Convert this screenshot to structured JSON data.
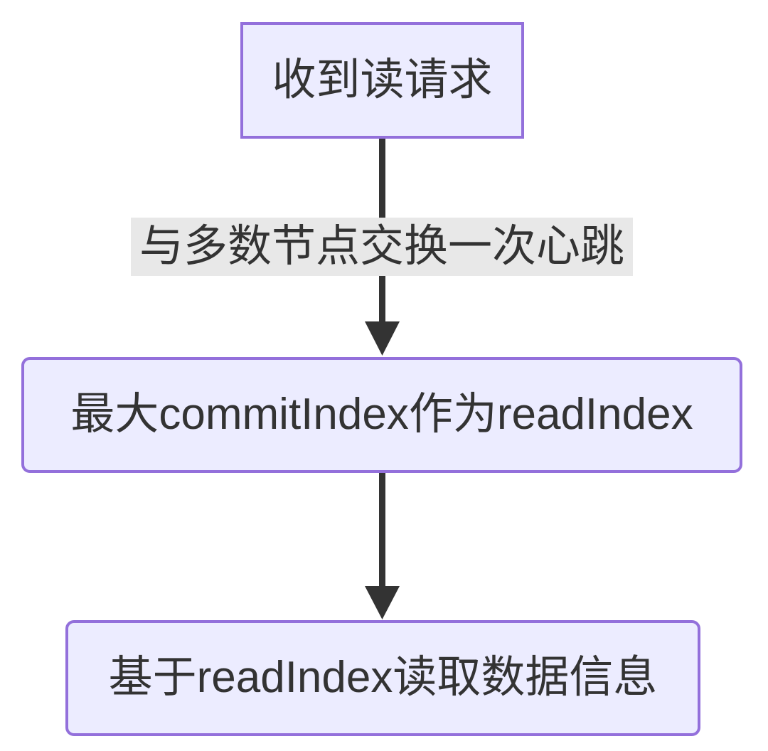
{
  "diagram": {
    "type": "flowchart",
    "direction": "top-down",
    "nodes": [
      {
        "id": "A",
        "label": "收到读请求",
        "shape": "rectangle"
      },
      {
        "id": "B",
        "label": "最大commitIndex作为readIndex",
        "shape": "rounded"
      },
      {
        "id": "C",
        "label": "基于readIndex读取数据信息",
        "shape": "rounded"
      }
    ],
    "edges": [
      {
        "from": "A",
        "to": "B",
        "label": "与多数节点交换一次心跳",
        "arrow": "down"
      },
      {
        "from": "B",
        "to": "C",
        "label": "",
        "arrow": "down"
      }
    ],
    "colors": {
      "node_fill": "#ECECFF",
      "node_border": "#9370DB",
      "arrow": "#333333",
      "text": "#333333",
      "edge_label_bg": "#e8e8e8",
      "background": "#ffffff"
    }
  }
}
